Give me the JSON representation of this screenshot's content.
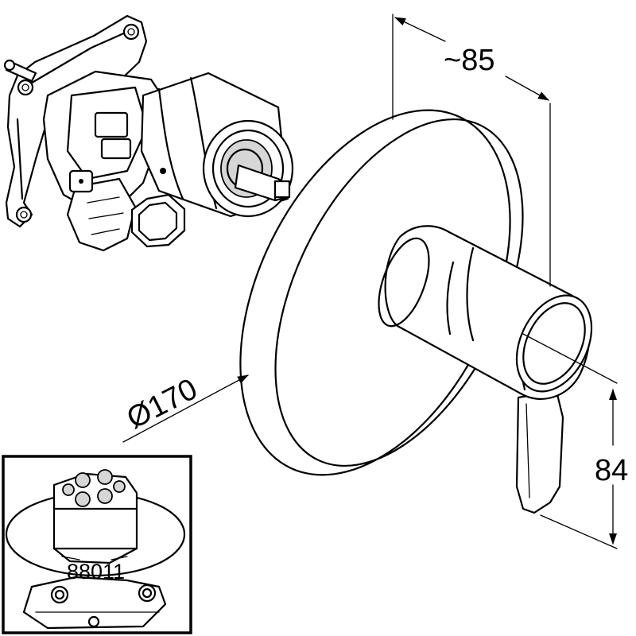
{
  "dimensions": {
    "depth": "~85",
    "diameter": "Ø170",
    "height": "84"
  },
  "inset": {
    "part_number": "88011"
  },
  "colors": {
    "line": "#000000",
    "background": "#ffffff",
    "shade": "#d6d6d6"
  }
}
